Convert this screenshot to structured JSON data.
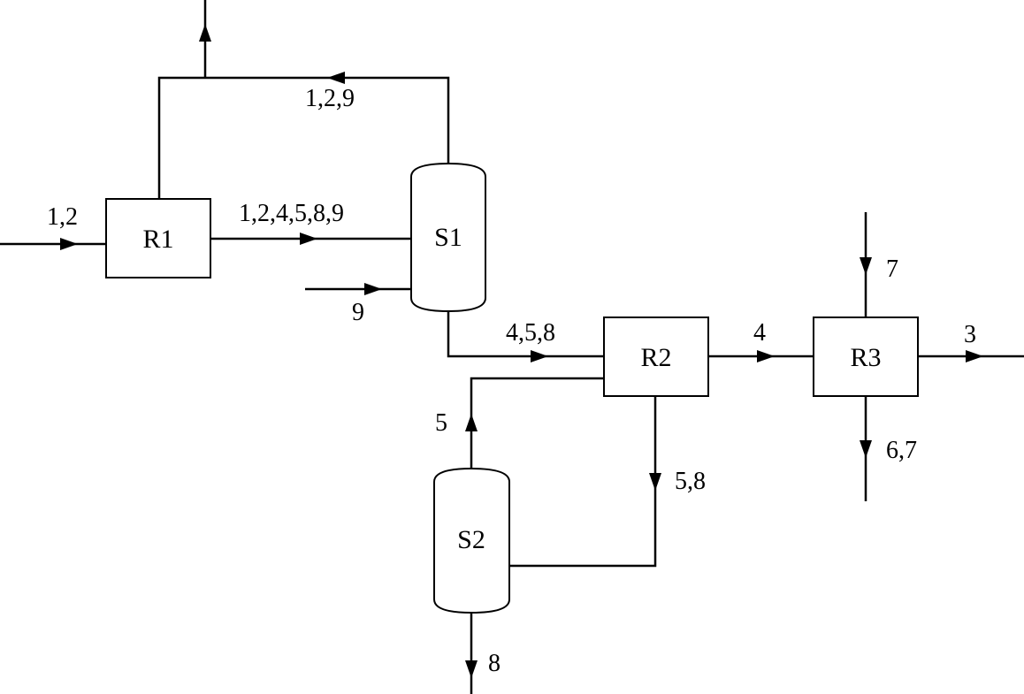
{
  "units": {
    "r1": "R1",
    "r2": "R2",
    "r3": "R3",
    "s1": "S1",
    "s2": "S2"
  },
  "streams": {
    "feed_r1": "1,2",
    "r1_to_s1": "1,2,4,5,8,9",
    "s1_overhead": "1,2,9",
    "feed_s1": "9",
    "s1_to_r2": "4,5,8",
    "r2_to_r3": "4",
    "r3_product": "3",
    "r3_in": "7",
    "r3_out": "6,7",
    "s2_to_r2": "5",
    "r2_to_s2": "5,8",
    "s2_bottom": "8"
  },
  "colors": {
    "stroke": "#000000",
    "background": "#ffffff"
  }
}
